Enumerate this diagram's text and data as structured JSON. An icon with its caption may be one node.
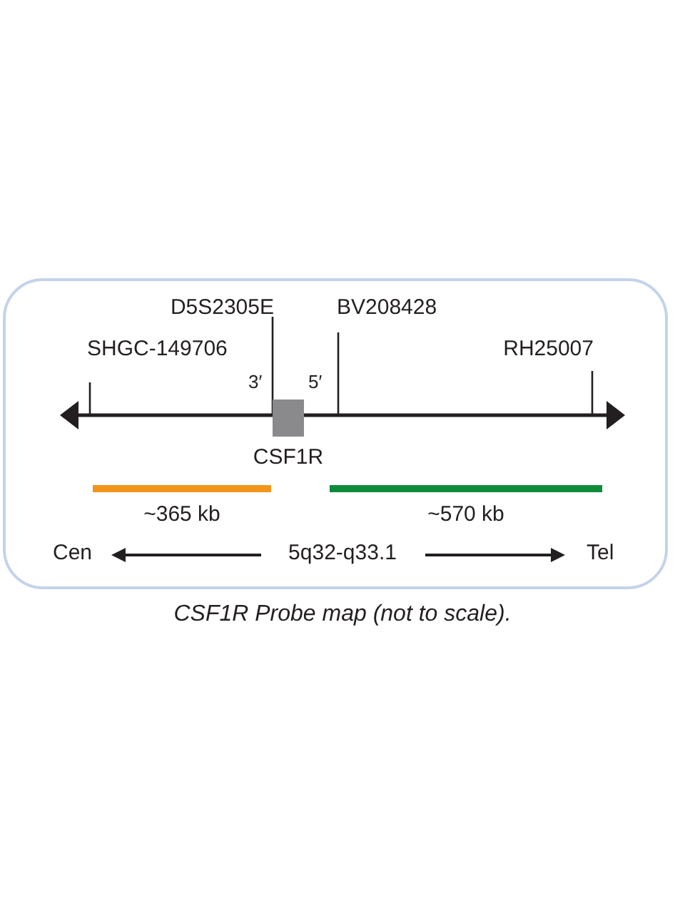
{
  "diagram": {
    "caption": "CSF1R Probe map (not to scale).",
    "nodes": [
      {
        "text": [
          "CSF1R"
        ],
        "beside": [
          "3′",
          "5′"
        ]
      },
      {
        "text": [
          "~365 kb"
        ]
      },
      {
        "text": [
          "~570 kb"
        ]
      }
    ],
    "labels": [
      "D5S2305E",
      "BV208428",
      "SHGC-149706",
      "RH25007",
      "Cen",
      "5q32-q33.1",
      "Tel"
    ]
  }
}
